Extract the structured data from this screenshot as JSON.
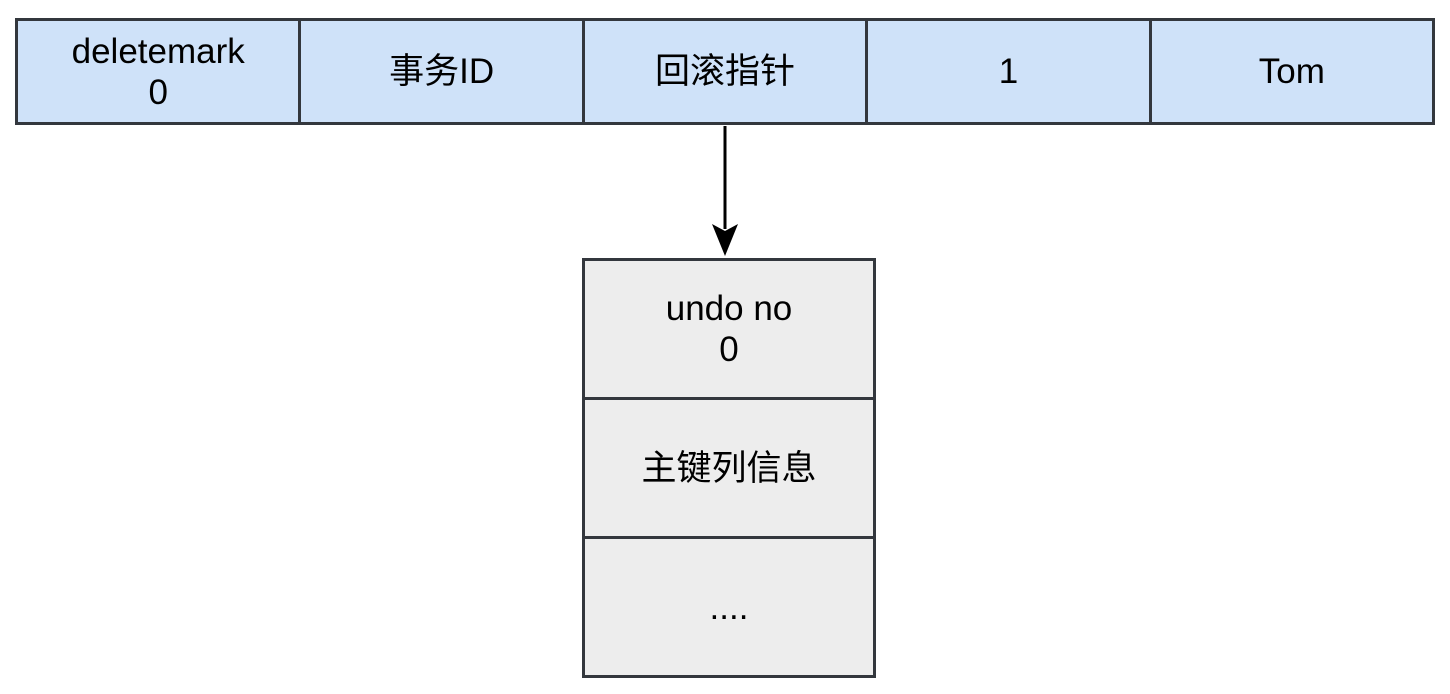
{
  "row": {
    "cells": [
      {
        "lines": [
          "deletemark",
          "0"
        ]
      },
      {
        "lines": [
          "事务ID"
        ]
      },
      {
        "lines": [
          "回滚指针"
        ]
      },
      {
        "lines": [
          "1"
        ]
      },
      {
        "lines": [
          "Tom"
        ]
      }
    ]
  },
  "undo_stack": {
    "cells": [
      {
        "lines": [
          "undo no",
          "0"
        ]
      },
      {
        "lines": [
          "主键列信息"
        ]
      },
      {
        "lines": [
          "...."
        ]
      }
    ]
  },
  "colors": {
    "row_fill": "#cfe2f9",
    "stack_fill": "#ededed",
    "border": "#33373d",
    "arrow": "#000000",
    "background": "#ffffff"
  }
}
